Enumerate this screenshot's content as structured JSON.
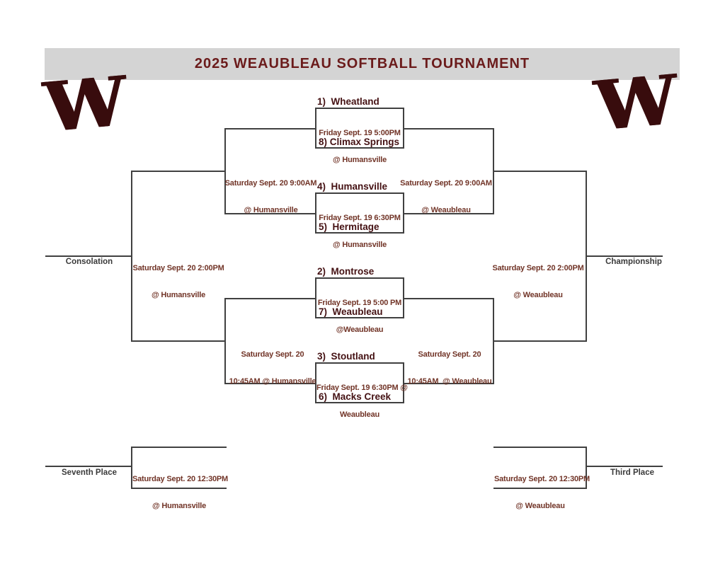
{
  "title": "2025 WEAUBLEAU SOFTBALL TOURNAMENT",
  "logo": {
    "letter": "W"
  },
  "colors": {
    "banner_bg": "#d4d4d4",
    "title": "#6b1b1b",
    "team": "#441113",
    "sched": "#713427",
    "label": "#3a3a3a",
    "line": "#404040",
    "logo": "#380c0d"
  },
  "bracket": {
    "games": [
      {
        "team_top": "1)  Wheatland",
        "team_bottom": "8) Climax Springs",
        "when": "Friday Sept. 19 5:00PM",
        "where": "@ Humansville"
      },
      {
        "team_top": "4)  Humansville",
        "team_bottom": "5)  Hermitage",
        "when": "Friday Sept. 19 6:30PM",
        "where": "@ Humansville"
      },
      {
        "team_top": "2)  Montrose",
        "team_bottom": "7)  Weaubleau",
        "when": "Friday Sept. 19 5:00 PM",
        "where": "@Weaubleau"
      },
      {
        "team_top": "3)  Stoutland",
        "team_bottom": "6)  Macks Creek",
        "when": "Friday Sept. 19 6:30PM @",
        "where": "Weaubleau"
      }
    ],
    "semifinals": {
      "left_upper": {
        "line1": "Saturday Sept. 20 9:00AM",
        "line2": "@ Humansville"
      },
      "right_upper": {
        "line1": "Saturday Sept. 20 9:00AM",
        "line2": "@ Weaubleau"
      },
      "left_lower": {
        "line1": "Saturday Sept. 20",
        "line2": "10:45AM @ Humansville"
      },
      "right_lower": {
        "line1": "Saturday Sept. 20",
        "line2": "10:45AM  @ Weaubleau"
      }
    },
    "finals": {
      "consolation": {
        "label": "Consolation",
        "line1": "Saturday Sept. 20 2:00PM",
        "line2": "@ Humansville"
      },
      "championship": {
        "label": "Championship",
        "line1": "Saturday Sept. 20 2:00PM",
        "line2": "@ Weaubleau"
      },
      "seventh_place": {
        "label": "Seventh Place",
        "line1": "Saturday Sept. 20 12:30PM",
        "line2": "@ Humansville"
      },
      "third_place": {
        "label": "Third Place",
        "line1": "Saturday Sept. 20 12:30PM",
        "line2": "@ Weaubleau"
      }
    }
  }
}
